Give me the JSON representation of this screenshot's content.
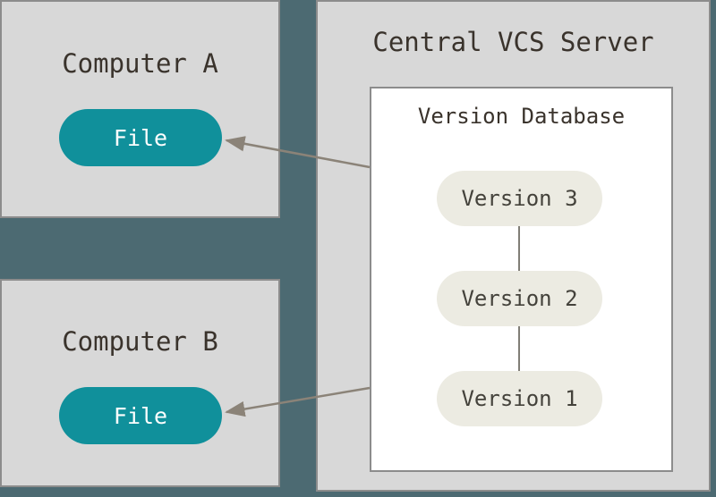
{
  "colors": {
    "background": "#4C6A72",
    "box_fill": "#D8D8D8",
    "box_border": "#8C8C8C",
    "title_text": "#3A332C",
    "file_pill": "#10909B",
    "file_text": "#FFFFFF",
    "version_pill": "#ECEBE2",
    "version_text": "#44423B",
    "version_db_fill": "#FFFFFF",
    "link_line": "#807E76",
    "arrow": "#8B8378"
  },
  "computer_a": {
    "title": "Computer A",
    "file": {
      "label": "File"
    }
  },
  "computer_b": {
    "title": "Computer B",
    "file": {
      "label": "File"
    }
  },
  "server": {
    "title": "Central VCS Server",
    "version_database": {
      "title": "Version Database",
      "versions": [
        {
          "label": "Version 3"
        },
        {
          "label": "Version 2"
        },
        {
          "label": "Version 1"
        }
      ]
    }
  }
}
